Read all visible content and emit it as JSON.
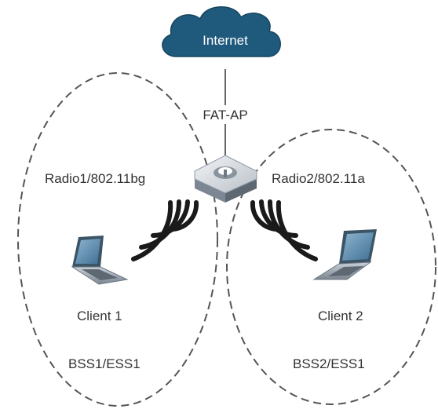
{
  "internet": {
    "label": "Internet",
    "icon": "cloud-icon",
    "color": "#1f5a7c"
  },
  "ap": {
    "label": "FAT-AP",
    "icon": "access-point-icon"
  },
  "radios": [
    {
      "label": "Radio1/802.11bg",
      "icon": "wireless-signal-icon"
    },
    {
      "label": "Radio2/802.11a",
      "icon": "wireless-signal-icon"
    }
  ],
  "clients": [
    {
      "label": "Client 1",
      "icon": "laptop-icon"
    },
    {
      "label": "Client 2",
      "icon": "laptop-icon"
    }
  ],
  "bss": [
    {
      "label": "BSS1/ESS1"
    },
    {
      "label": "BSS2/ESS1"
    }
  ],
  "colors": {
    "signal": "#1a1a1a",
    "boundary": "#555555",
    "link": "#666666"
  }
}
